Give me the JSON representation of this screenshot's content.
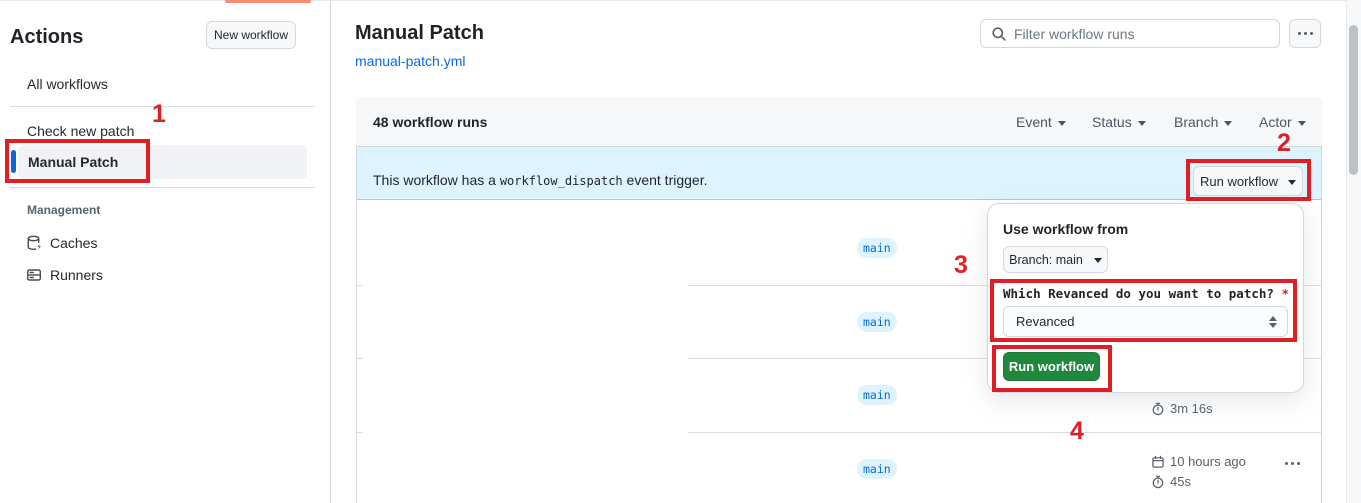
{
  "sidebar": {
    "title": "Actions",
    "new_workflow_button": "New workflow",
    "items": [
      {
        "label": "All workflows"
      },
      {
        "label": "Check new patch"
      },
      {
        "label": "Manual Patch",
        "selected": true
      }
    ],
    "management": {
      "label": "Management",
      "items": [
        {
          "label": "Caches",
          "icon": "cache-icon"
        },
        {
          "label": "Runners",
          "icon": "server-icon"
        }
      ]
    }
  },
  "header": {
    "title": "Manual Patch",
    "file_link": "manual-patch.yml",
    "search_placeholder": "Filter workflow runs"
  },
  "table": {
    "runs_count_label": "48 workflow runs",
    "filters": [
      "Event",
      "Status",
      "Branch",
      "Actor"
    ],
    "banner": {
      "text_before": "This workflow has a ",
      "code": "workflow_dispatch",
      "text_after": " event trigger.",
      "run_workflow_button": "Run workflow"
    },
    "rows": [
      {
        "branch": "main"
      },
      {
        "branch": "main"
      },
      {
        "branch": "main",
        "duration": "3m 16s"
      },
      {
        "branch": "main",
        "started": "10 hours ago",
        "duration": "45s"
      }
    ]
  },
  "dropdown": {
    "title": "Use workflow from",
    "branch_button": "Branch: main",
    "input_label": "Which Revanced do you want to patch?",
    "required_mark": "*",
    "select_value": "Revanced",
    "run_button": "Run workflow"
  },
  "annotations": {
    "color": "#e01e24",
    "labels": [
      "1",
      "2",
      "3",
      "4"
    ]
  },
  "colors": {
    "accent_blue": "#0969da",
    "banner_bg": "#ddf4ff",
    "button_green": "#1f883d",
    "annotation_red": "#e01e24",
    "tab_orange": "#fd8c73",
    "border": "#d0d7de"
  }
}
